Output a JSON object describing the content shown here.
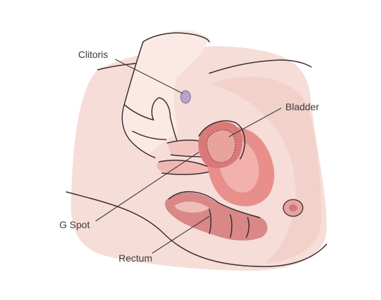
{
  "labels": {
    "clitoris": "Clitoris",
    "bladder": "Bladder",
    "g_spot": "G Spot",
    "rectum": "Rectum"
  },
  "colors": {
    "background": "#ffffff",
    "skin": "#f6ddd8",
    "skin_dark": "#efc9c2",
    "tissue": "#f2b7b3",
    "bladder_fill": "#e88f8c",
    "bladder_inner": "#f3b1ad",
    "rectum": "#d98787",
    "rectum_light": "#f0bcb8",
    "clitoris": "#b9a3cc",
    "outline": "#3b2f2f"
  }
}
